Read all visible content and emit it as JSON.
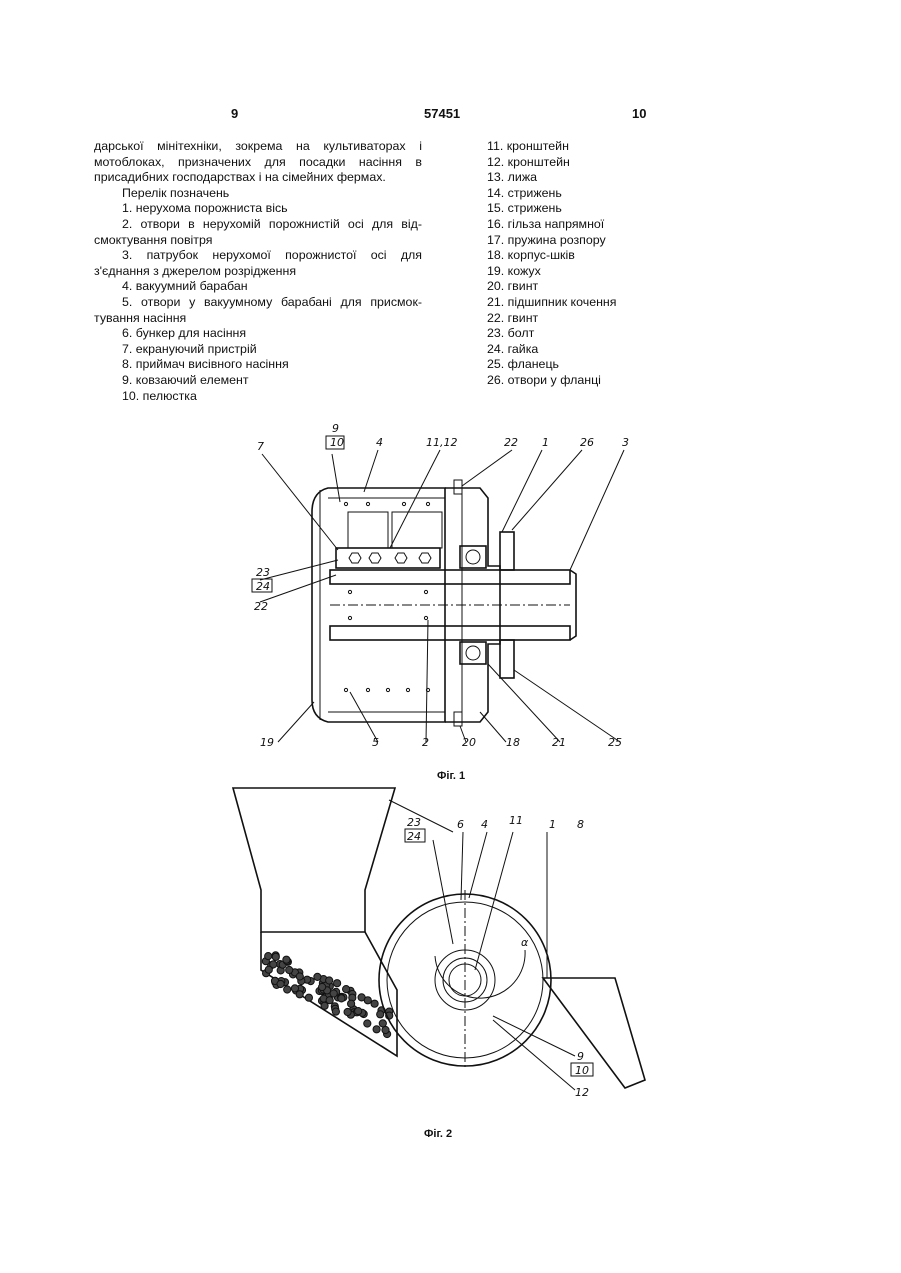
{
  "header": {
    "left_page": "9",
    "patent_number": "57451",
    "right_page": "10"
  },
  "left_column": [
    "дарської мінітехніки, зокрема на культиваторах і мотоблоках, призначених для посадки насіння в присадибних господарствах і на сімейних фермах.",
    "Перелік позначень",
    "1. нерухома порожниста вісь",
    "2. отвори в нерухомій порожнистій осі для від-смоктування повітря",
    "3. патрубок нерухомої порожнистої осі для з'єднання з джерелом розрідження",
    "4. вакуумний барабан",
    "5. отвори у вакуумному барабані для присмок-тування насіння",
    "6. бункер для насіння",
    "7. екрануючий пристрій",
    "8. приймач висівного насіння",
    "9. ковзаючий елемент",
    "10. пелюстка"
  ],
  "right_column": [
    "11. кронштейн",
    "12. кронштейн",
    "13. лижа",
    "14. стрижень",
    "15. стрижень",
    "16. гільза напрямної",
    "17. пружина розпору",
    "18. корпус-шків",
    "19. кожух",
    "20. гвинт",
    "21. підшипник кочення",
    "22. гвинт",
    "23. болт",
    "24. гайка",
    "25. фланець",
    "26. отвори у фланці"
  ],
  "figure1": {
    "caption": "Фіг. 1",
    "labels": {
      "l9": "9",
      "l10": "10",
      "l4": "4",
      "l1112": "11,12",
      "l22a": "22",
      "l1": "1",
      "l26": "26",
      "l3": "3",
      "l7": "7",
      "l23": "23",
      "l24": "24",
      "l22b": "22",
      "l19": "19",
      "l5": "5",
      "l2": "2",
      "l20": "20",
      "l18": "18",
      "l21": "21",
      "l25": "25"
    }
  },
  "figure2": {
    "caption": "Фіг. 2",
    "labels": {
      "l23": "23",
      "l24": "24",
      "l6": "6",
      "l4": "4",
      "l11": "11",
      "l1": "1",
      "l8": "8",
      "alpha": "α",
      "l9": "9",
      "l10": "10",
      "l12": "12"
    }
  }
}
